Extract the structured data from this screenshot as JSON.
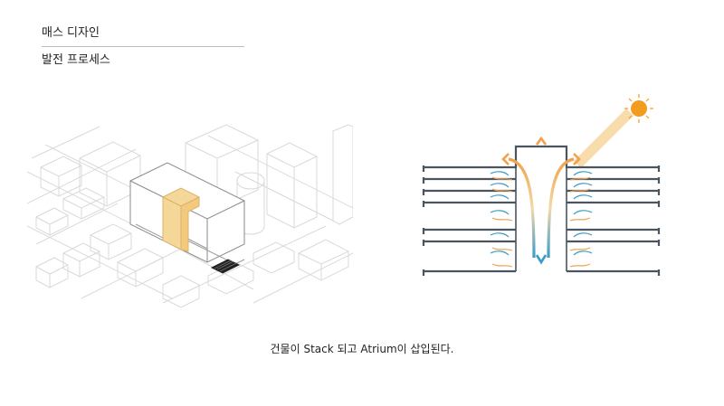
{
  "header": {
    "title": "매스 디자인",
    "subtitle": "발전 프로세스"
  },
  "caption": "건물이 Stack 되고 Atrium이 삽입된다.",
  "colors": {
    "atrium": "#f6d79a",
    "warm_arrow": "#f0a14a",
    "sun": "#f39c1e",
    "cool_flow": "#3a9bc9",
    "floor_line": "#4a5560",
    "context_line": "#d6d6d6"
  },
  "icons": {
    "sun": "sun-icon",
    "airflow": "airflow-arrow-icon"
  }
}
